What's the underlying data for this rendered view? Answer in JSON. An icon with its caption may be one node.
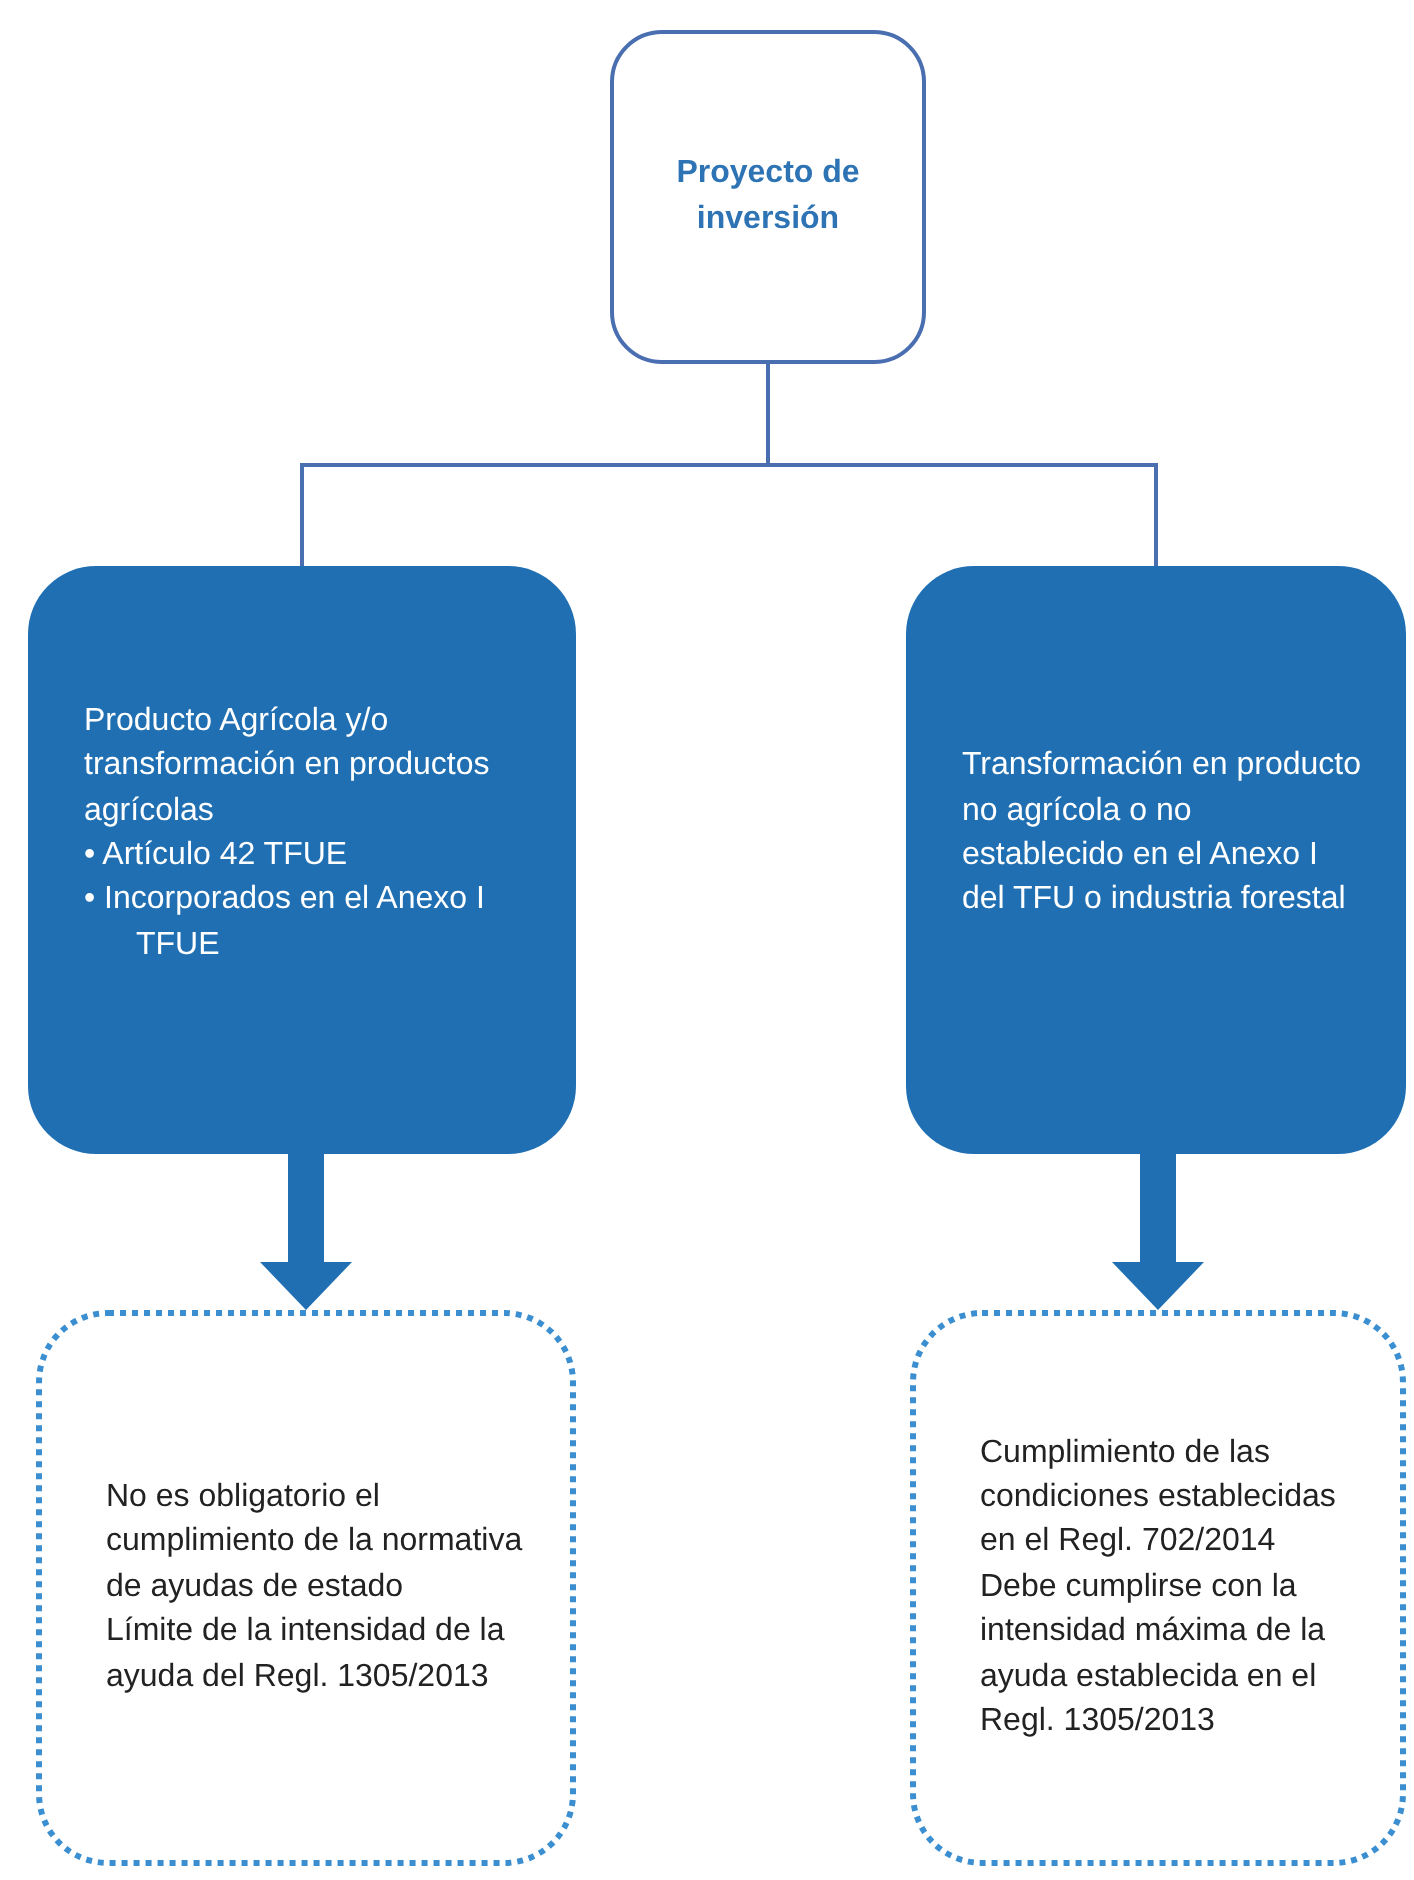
{
  "diagram": {
    "nodes": [
      {
        "text": [
          "Proyecto de inversión"
        ]
      },
      {
        "text": [
          "Producto Agrícola y/o transformación en productos agrícolas",
          "• Artículo 42 TFUE",
          "• Incorporados en el Anexo I TFUE"
        ]
      },
      {
        "text": [
          "Transformación en producto no agrícola o no establecido en el Anexo I del TFU o industria forestal"
        ]
      },
      {
        "text": [
          "No es obligatorio el cumplimiento de la normativa de ayudas de estado",
          "Límite de la intensidad de la ayuda del Regl. 1305/2013"
        ]
      },
      {
        "text": [
          "Cumplimiento de las condiciones establecidas en el Regl. 702/2014",
          "Debe cumplirse con la intensidad máxima de la ayuda establecida en el Regl. 1305/2013"
        ]
      }
    ],
    "edges": [
      {
        "from": 0,
        "to": 1,
        "arrow": "none"
      },
      {
        "from": 0,
        "to": 2,
        "arrow": "none"
      },
      {
        "from": 1,
        "to": 3,
        "arrow": "to",
        "style": "thick",
        "color": "#1f6fb2"
      },
      {
        "from": 2,
        "to": 4,
        "arrow": "to",
        "style": "thick",
        "color": "#1f6fb2"
      }
    ]
  }
}
